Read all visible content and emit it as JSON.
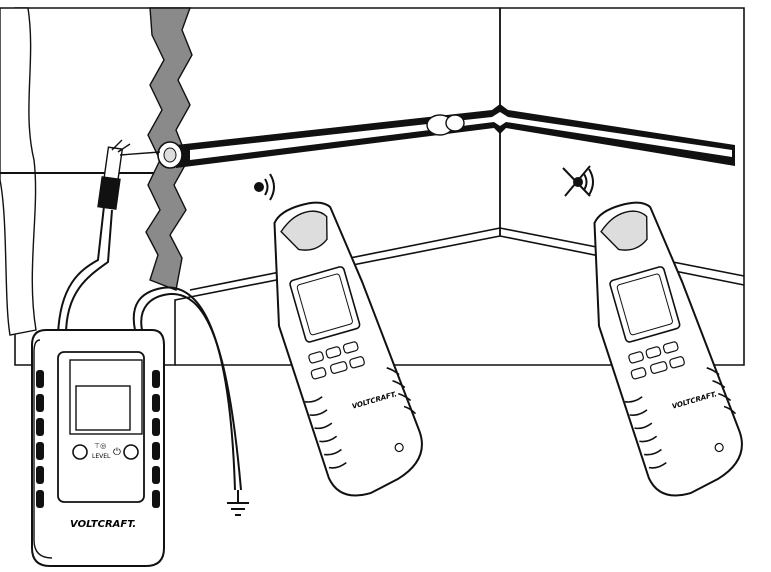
{
  "transmitter": {
    "brand": "VOLTCRAFT.",
    "level_label": "LEVEL"
  },
  "receivers": [
    {
      "brand": "VOLTCRAFT.",
      "signal_state": "signal-detected"
    },
    {
      "brand": "VOLTCRAFT.",
      "signal_state": "no-signal"
    }
  ],
  "colors": {
    "outline": "#111111",
    "wall_cavity": "#8a8a8a",
    "background": "#ffffff"
  },
  "icons": {
    "signal": "signal-waves-icon",
    "no_signal": "no-signal-icon",
    "ground": "ground-symbol-icon",
    "power": "power-icon"
  }
}
